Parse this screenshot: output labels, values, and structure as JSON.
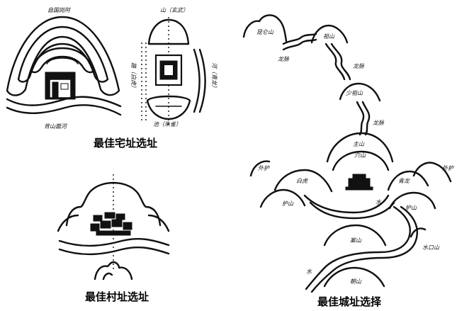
{
  "house": {
    "caption": "最佳宅址选址",
    "north_label": "自国岗阿",
    "south_label": "背山面河",
    "compass_north": "山（玄武）",
    "compass_west": "路（白虎）",
    "compass_east": "河（青龙）",
    "compass_south": "池（朱雀）"
  },
  "village": {
    "caption": "最佳村址选址"
  },
  "city": {
    "caption": "最佳城址选择",
    "labels": {
      "kunlun": "昆仑山",
      "long_mai_top": "龙脉",
      "zushan": "祖山",
      "long_mai_mid": "龙脉",
      "shaozushan": "少祖山",
      "long_mai_low": "龙脉",
      "zhushan": "主山",
      "xueshan": "穴山",
      "waihu_left": "外护",
      "waihu_right": "外护",
      "qinglong": "青龙",
      "baihu": "白虎",
      "huyshan_left": "护山",
      "huyshan_right": "护山",
      "shui": "水",
      "anshan": "案山",
      "shuikoushan": "水口山",
      "shui2": "水",
      "chaoshan": "朝山"
    }
  }
}
